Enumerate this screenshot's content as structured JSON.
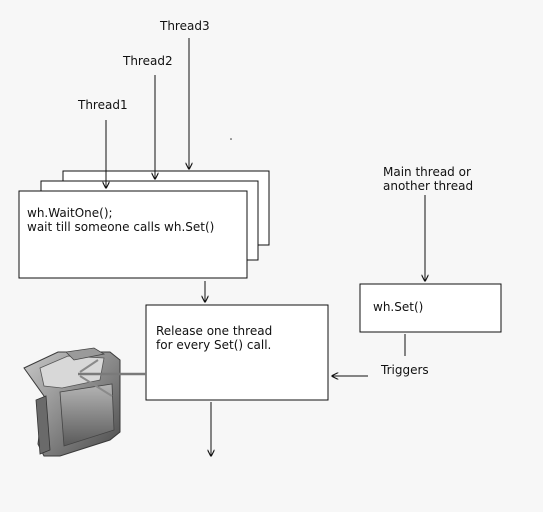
{
  "threads": [
    "Thread1",
    "Thread2",
    "Thread3"
  ],
  "wait_box": {
    "line1": "wh.WaitOne();",
    "line2": "wait till someone calls wh.Set()"
  },
  "release_box": {
    "line1": "Release one thread",
    "line2": "for every Set() call."
  },
  "main_thread_label": {
    "line1": "Main thread or",
    "line2": "another thread"
  },
  "set_box": {
    "text": "wh.Set()"
  },
  "triggers_label": "Triggers",
  "colors": {
    "line": "#111111",
    "box_fill": "#ffffff",
    "background": "#f7f7f7"
  },
  "icons": {
    "turnstile": "turnstile-gate-image"
  }
}
